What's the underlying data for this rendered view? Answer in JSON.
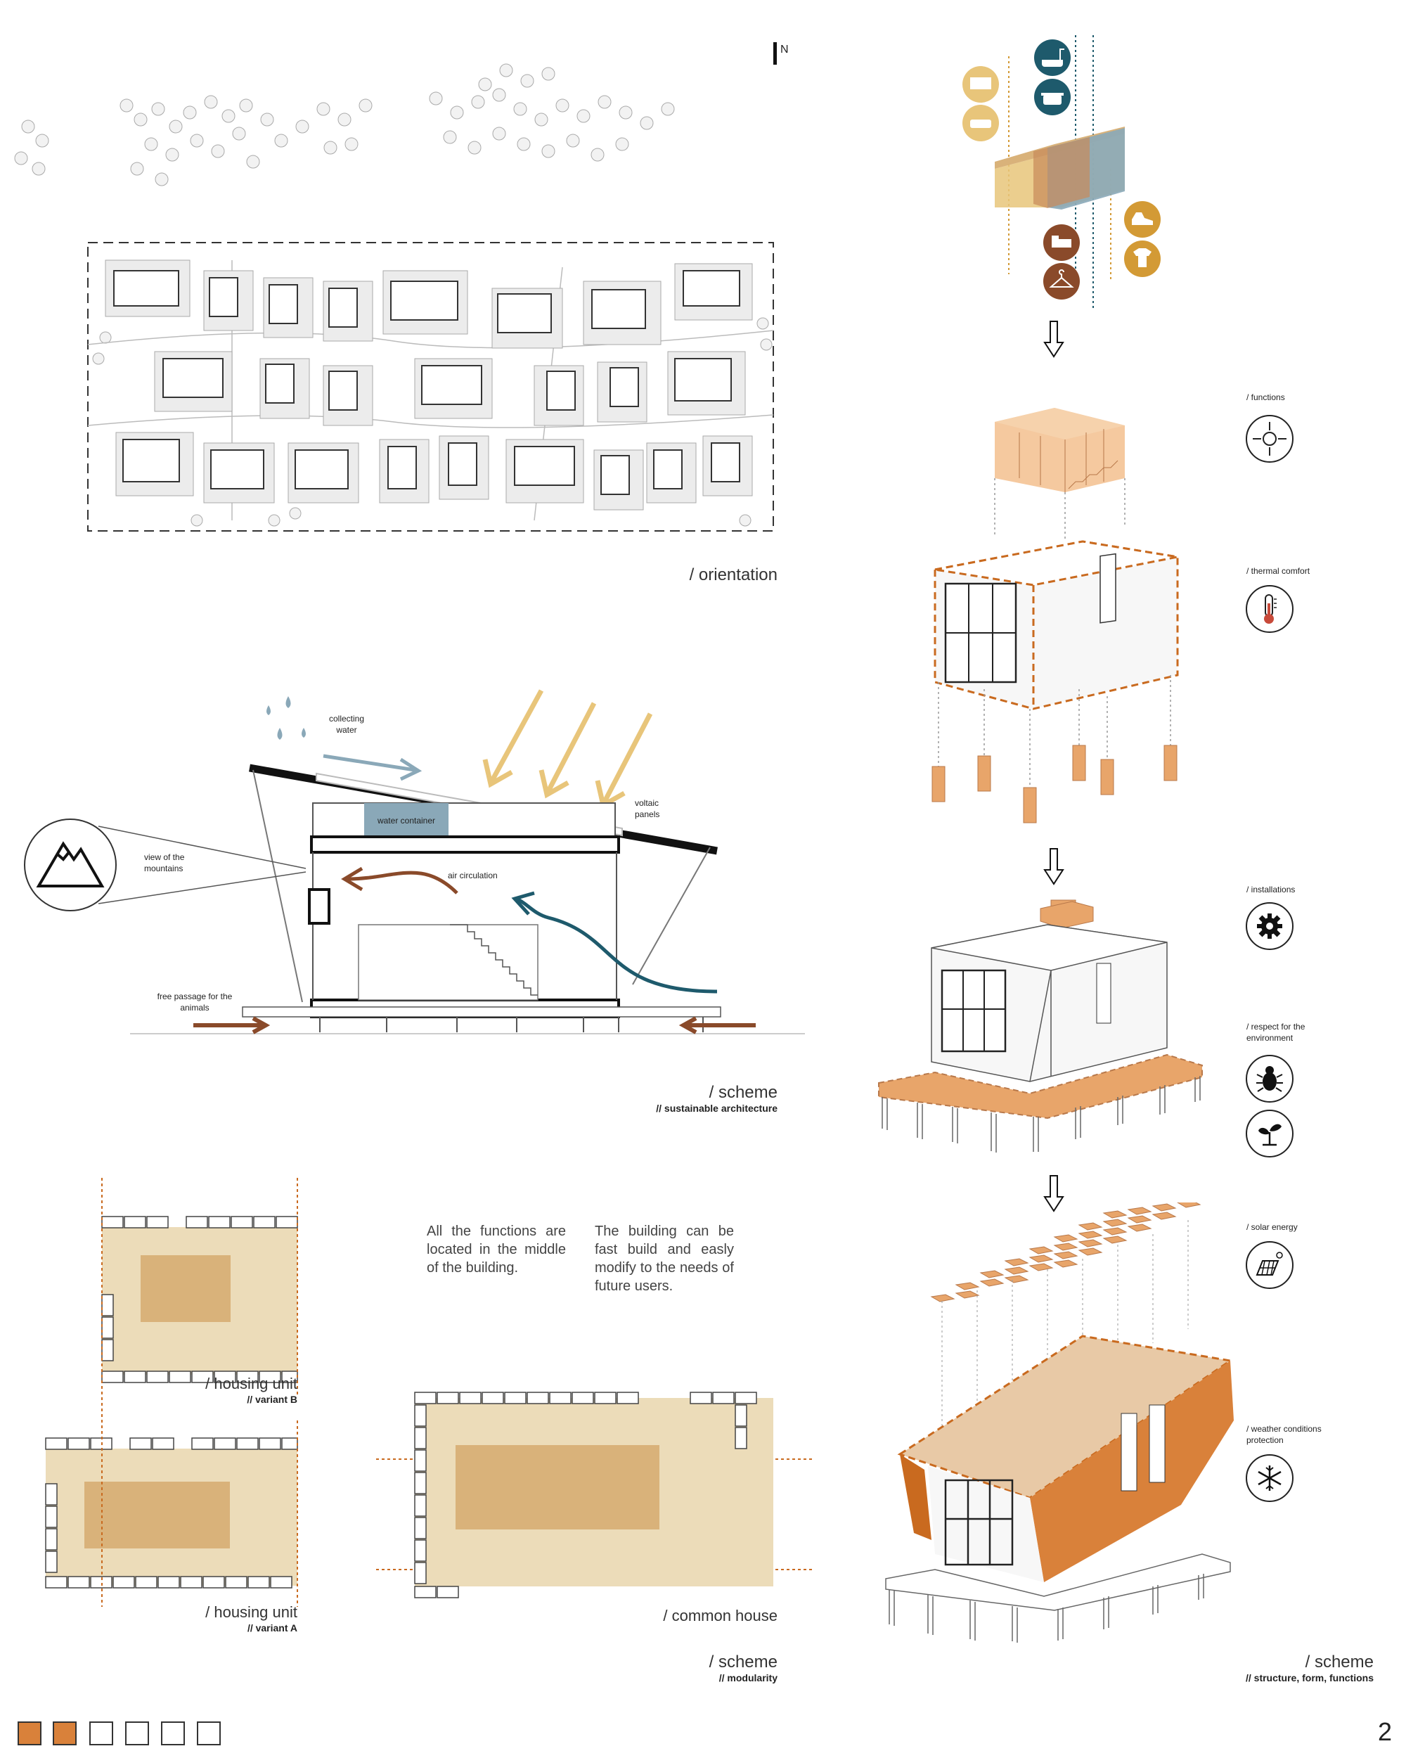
{
  "compass": {
    "north": "N"
  },
  "captions": {
    "orientation": "/ orientation",
    "scheme_sustainable": "/ scheme",
    "sustainable_sub": "// sustainable architecture",
    "housing_b": "/ housing unit",
    "housing_b_sub": "// variant B",
    "housing_a": "/ housing unit",
    "housing_a_sub": "// variant A",
    "common_house": "/ common house",
    "scheme_modularity": "/ scheme",
    "modularity_sub": "// modularity",
    "scheme_structure": "/ scheme",
    "structure_sub": "// structure, form, functions"
  },
  "section_labels": {
    "collecting_water": "collecting water",
    "water_container": "water container",
    "voltaic_panels": "voltaic panels",
    "view_mountains": "view of the mountains",
    "air_circulation": "air circulation",
    "free_passage": "free passage for the animals"
  },
  "paragraphs": {
    "functions_middle": "All the functions are located in the middle of the building.",
    "fast_build": "The building can be fast build and easly modify to the needs of future users."
  },
  "right_labels": {
    "functions": "/ functions",
    "thermal_comfort": "/ thermal comfort",
    "installations": "/ installations",
    "respect_env": "/ respect for the environment",
    "solar_energy": "/ solar energy",
    "weather": "/ weather conditions protection"
  },
  "page_number": "2",
  "colors": {
    "orange": "#d9813a",
    "wood": "#e8a56a",
    "beige": "#ecdcb9",
    "beige_dark": "#d9b27a",
    "teal": "#1e5a6c",
    "brown": "#8a4a2a",
    "mustard": "#d39a35",
    "yellow": "#e8c57a",
    "blue_gray": "#8aa8b8"
  },
  "icons": [
    "bath-icon",
    "pot-icon",
    "sofa-icon",
    "bed-icon",
    "hanger-icon",
    "shoe-icon",
    "shirt-icon",
    "mountain-icon",
    "functions-icon",
    "thermometer-icon",
    "gear-icon",
    "bug-icon",
    "plant-icon",
    "solar-panel-icon",
    "snowflake-icon"
  ]
}
